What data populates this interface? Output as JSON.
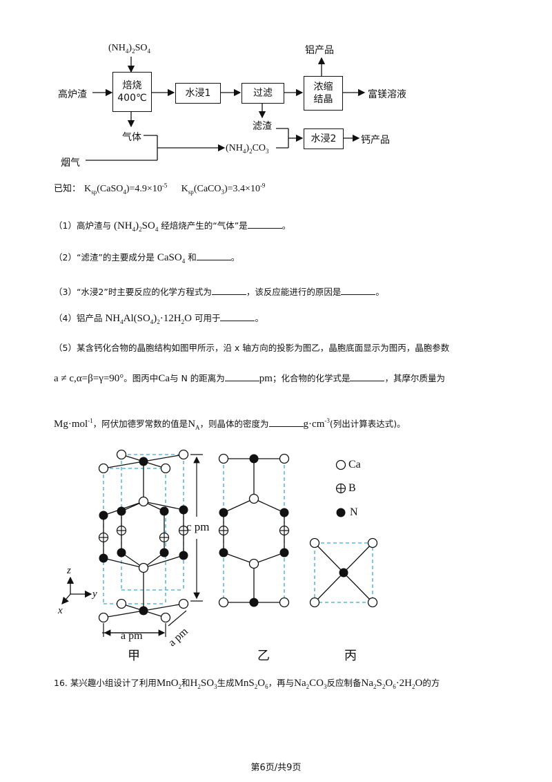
{
  "flow": {
    "input_main": "高炉渣",
    "reagent_top": "(NH4)2SO4",
    "box_roast": [
      "焙烧",
      "400℃"
    ],
    "box_leach1": "水浸1",
    "box_filter": "过滤",
    "box_concentrate": [
      "浓缩",
      "结晶"
    ],
    "output_al": "铝产品",
    "output_mg": "富镁溶液",
    "gas": "气体",
    "flue_gas": "烟气",
    "residue": "滤渣",
    "carbonate": "(NH4)2CO3",
    "box_leach2": "水浸2",
    "output_ca": "钙产品"
  },
  "known": {
    "prefix": "已知：",
    "ksp1": "Ksp(CaSO4)=4.9×10^-5",
    "ksp2": "Ksp(CaCO3)=3.4×10^-9"
  },
  "questions": {
    "q1": {
      "num": "（1）高炉渣与",
      "formula": "(NH4)2SO4",
      "tail": "经焙烧产生的“气体”是",
      "end": "。"
    },
    "q2": {
      "num": "（2）“滤渣”的主要成分是",
      "formula": "CaSO4",
      "tail": "和",
      "end": "。"
    },
    "q3": {
      "text": "（3）“水浸2”时主要反应的化学方程式为",
      "mid": "，该反应能进行的原因是",
      "end": "。"
    },
    "q4": {
      "num": "（4）铝产品",
      "formula": "NH4Al(SO4)2·12H2O",
      "tail": "可用于",
      "end": "。"
    },
    "q5a": "（5）某含钙化合物的晶胞结构如图甲所示，沿 x 轴方向的投影为图乙，晶胞底面显示为图丙，晶胞参数",
    "q5b": {
      "cond": "a ≠ c,α=β=γ=90°",
      "t1": "。图丙中",
      "ca": "Ca",
      "t2": "与 N 的距离为",
      "pm": "pm",
      "t3": "；化合物的化学式是",
      "t4": "，其摩尔质量为"
    },
    "q5c": {
      "unit": "Mg·mol-1",
      "t1": "，阿伏加德罗常数的值是",
      "na": "NA",
      "t2": "，则晶体的密度为",
      "dens": "g·cm-3",
      "t3": "(列出计算表达式)。"
    }
  },
  "figure": {
    "label_c": "c pm",
    "label_a1": "a pm",
    "label_a2": "a pm",
    "axis_z": "z",
    "axis_y": "y",
    "axis_x": "x",
    "legend_ca": "Ca",
    "legend_b": "B",
    "legend_n": "N",
    "cap_jia": "甲",
    "cap_yi": "乙",
    "cap_bing": "丙"
  },
  "q16": {
    "t0": "16. 某兴趣小组设计了利用",
    "f1": "MnO2",
    "t1": "和",
    "f2": "H2SO3",
    "t2": "生成",
    "f3": "MnS2O6",
    "t3": "，再与",
    "f4": "Na2CO3",
    "t4": "反应制备",
    "f5": "Na2S2O6·2H2O",
    "t5": "的方"
  },
  "footer": "第6页/共9页"
}
